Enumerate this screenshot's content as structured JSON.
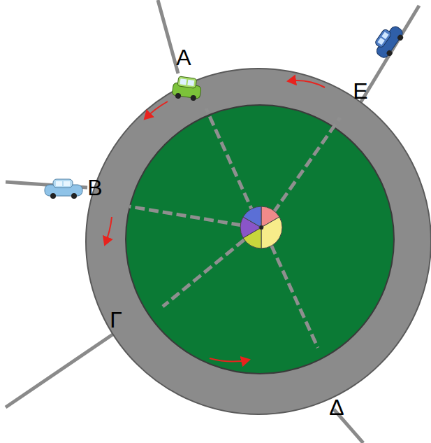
{
  "diagram": {
    "labels": [
      "Α",
      "Β",
      "Γ",
      "Δ",
      "Ε"
    ]
  }
}
